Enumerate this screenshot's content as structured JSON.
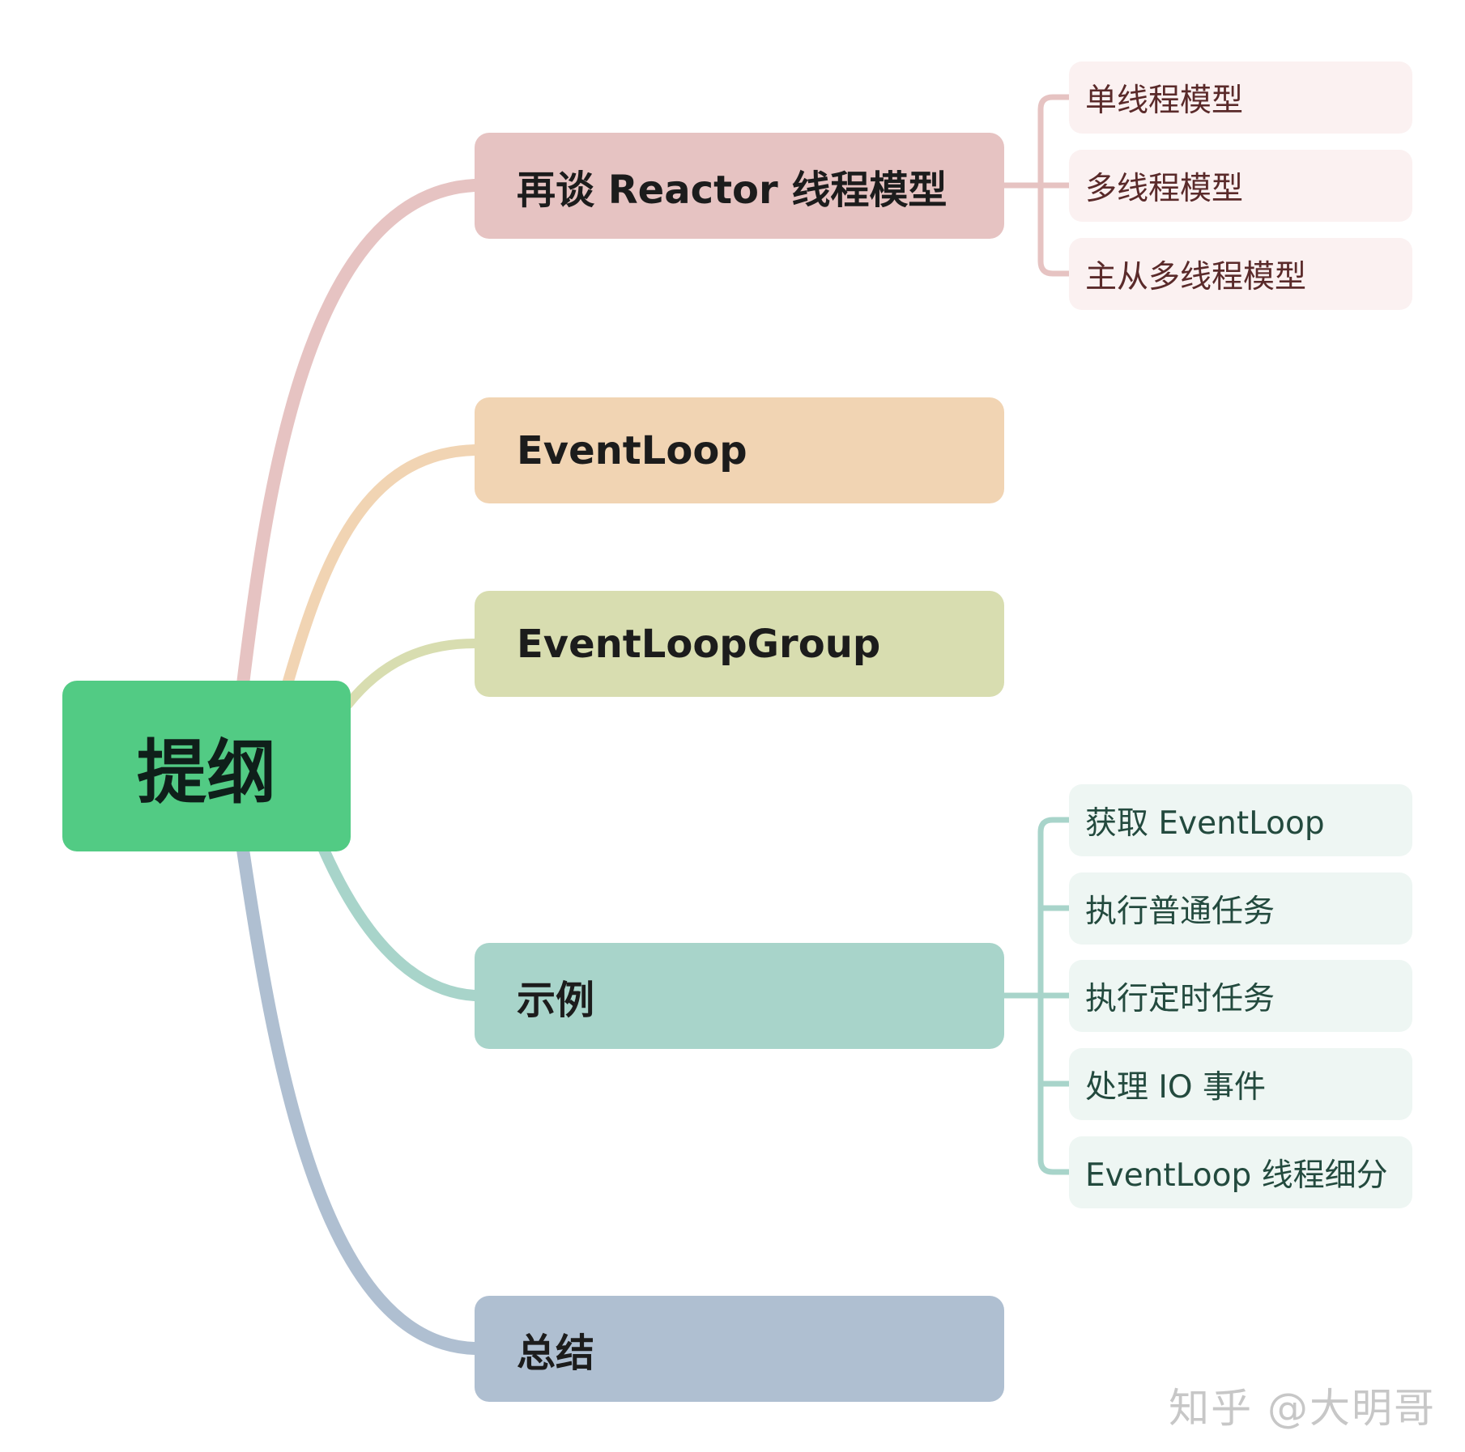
{
  "root": {
    "label": "提纲",
    "color": "#52cb84"
  },
  "branches": [
    {
      "label": "再谈 Reactor 线程模型",
      "color": "#e6c3c2",
      "line": "#e6c3c2",
      "children": [
        "单线程模型",
        "多线程模型",
        "主从多线程模型"
      ]
    },
    {
      "label": "EventLoop",
      "color": "#f1d4b3",
      "line": "#f1d4b3",
      "children": []
    },
    {
      "label": "EventLoopGroup",
      "color": "#d8ddb0",
      "line": "#d8ddb0",
      "children": []
    },
    {
      "label": "示例",
      "color": "#a8d4ca",
      "line": "#a8d4ca",
      "children": [
        "获取 EventLoop",
        "执行普通任务",
        "执行定时任务",
        "处理 IO 事件",
        "EventLoop 线程细分"
      ]
    },
    {
      "label": "总结",
      "color": "#afbfd1",
      "line": "#afbfd1",
      "children": []
    }
  ],
  "watermark": "知乎 @大明哥"
}
